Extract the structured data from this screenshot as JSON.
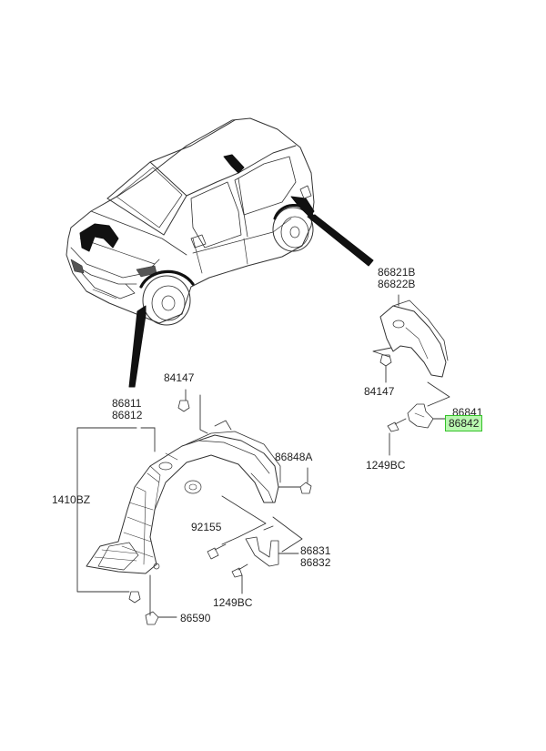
{
  "colors": {
    "line": "#333333",
    "highlight_fill": "#b9f7b0",
    "highlight_border": "#35c22a",
    "background": "#ffffff"
  },
  "labels": {
    "p86821B": "86821B",
    "p86822B": "86822B",
    "p84147_right": "84147",
    "p86841": "86841",
    "p86842": "86842",
    "p1249BC_right": "1249BC",
    "p84147_left": "84147",
    "p86811": "86811",
    "p86812": "86812",
    "p1410BZ": "1410BZ",
    "p86848A": "86848A",
    "p92155": "92155",
    "p86831": "86831",
    "p86832": "86832",
    "p1249BC_left": "1249BC",
    "p86590": "86590"
  }
}
